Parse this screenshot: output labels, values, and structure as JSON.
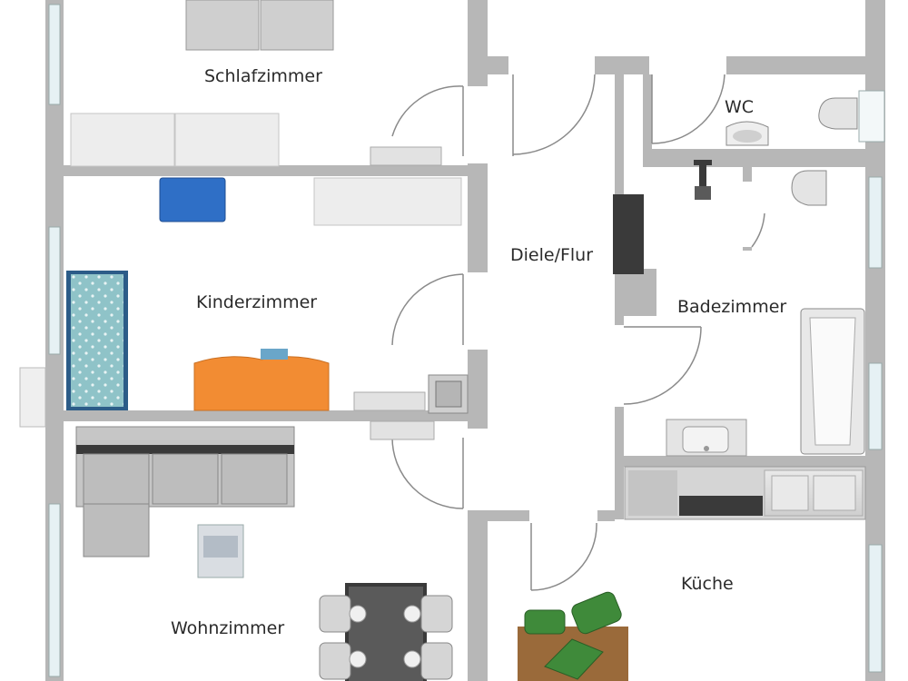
{
  "rooms": {
    "schlafzimmer": "Schlafzimmer",
    "kinderzimmer": "Kinderzimmer",
    "wohnzimmer": "Wohnzimmer",
    "diele": "Diele/Flur",
    "wc": "WC",
    "badezimmer": "Badezimmer",
    "kueche": "Küche"
  },
  "colors": {
    "wall": "#b7b7b7",
    "wall_dark": "#9b9b9b",
    "floor": "#ffffff",
    "door_line": "#8a8a8a",
    "window": "#dfeef3",
    "desk_blue": "#2f6fc6",
    "bed_cover": "#8fc3c8",
    "toy_orange": "#f28c33",
    "chair_green": "#3f8a3a",
    "table_wood": "#9a6a3a",
    "sofa": "#bfbfbf",
    "dark_furniture": "#3a3a3a"
  }
}
